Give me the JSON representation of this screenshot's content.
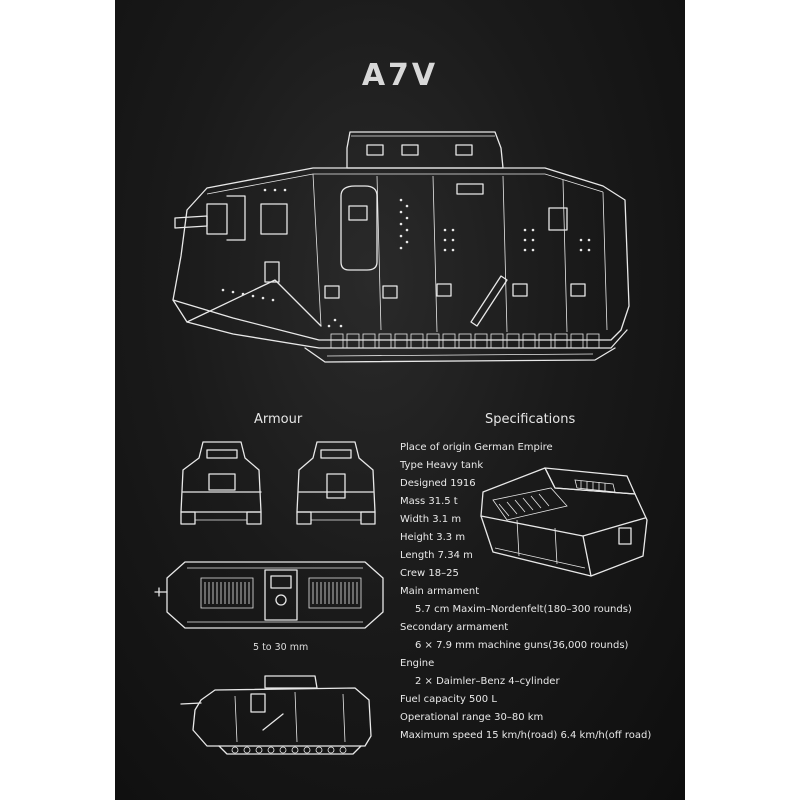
{
  "poster": {
    "title": "A7V",
    "colors": {
      "background": "#1a1a1a",
      "chalk": "#e8e8e8"
    }
  },
  "sections": {
    "armour_heading": "Armour",
    "specs_heading": "Specifications",
    "armour_caption": "5 to 30 mm"
  },
  "specs": [
    "Place of origin German Empire",
    "Type Heavy tank",
    "Designed 1916",
    "Mass 31.5 t",
    "Width 3.1 m",
    "Height 3.3 m",
    "Length 7.34 m",
    "Crew 18–25",
    "Main armament",
    "5.7 cm Maxim–Nordenfelt(180–300 rounds)",
    "Secondary armament",
    "6 × 7.9 mm machine guns(36,000 rounds)",
    "Engine",
    "2 × Daimler–Benz 4–cylinder",
    "Fuel capacity 500 L",
    "Operational range 30–80 km",
    "Maximum speed 15 km/h(road) 6.4 km/h(off road)"
  ],
  "illustrations": [
    "tank-side-view-icon",
    "tank-front-view-icon",
    "tank-rear-view-icon",
    "tank-top-view-icon",
    "tank-small-side-view-icon",
    "tank-perspective-view-icon"
  ]
}
